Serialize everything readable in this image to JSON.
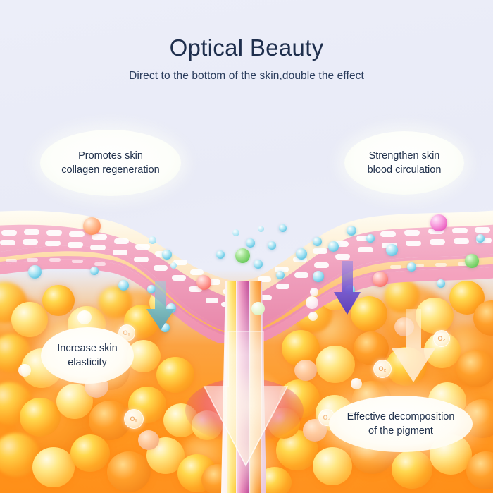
{
  "header": {
    "title": "Optical Beauty",
    "subtitle": "Direct to the bottom of the skin,double the effect"
  },
  "callouts": [
    {
      "id": "promotes-collagen",
      "line1": "Promotes skin",
      "line2": "collagen regeneration"
    },
    {
      "id": "strengthen-circulation",
      "line1": "Strengthen skin",
      "line2": "blood circulation"
    },
    {
      "id": "increase-elasticity",
      "line1": "Increase skin",
      "line2": "elasticity"
    },
    {
      "id": "decompose-pigment",
      "line1": "Effective decomposition",
      "line2": "of the pigment"
    }
  ],
  "markers": {
    "oxygen_label": "O₂"
  },
  "colors": {
    "background": "#e9ebf8",
    "title_text": "#1f2f4d",
    "subtitle_text": "#2a3c5c",
    "callout_text": "#22324d",
    "epidermis_pink": "#f2a0bd",
    "epidermis_deep_pink": "#e87fa6",
    "fat_orange": "#ff9a22",
    "fat_yellow": "#ffd84d",
    "arrow_teal": "#6fb7c4",
    "arrow_purple": "#6a4fc4",
    "arrow_cream": "#fff4e2",
    "bubble_cyan": "#66c7e4",
    "bubble_green": "#66c95a",
    "orb_orange": "#ff9562",
    "orb_magenta": "#ec62c2"
  }
}
